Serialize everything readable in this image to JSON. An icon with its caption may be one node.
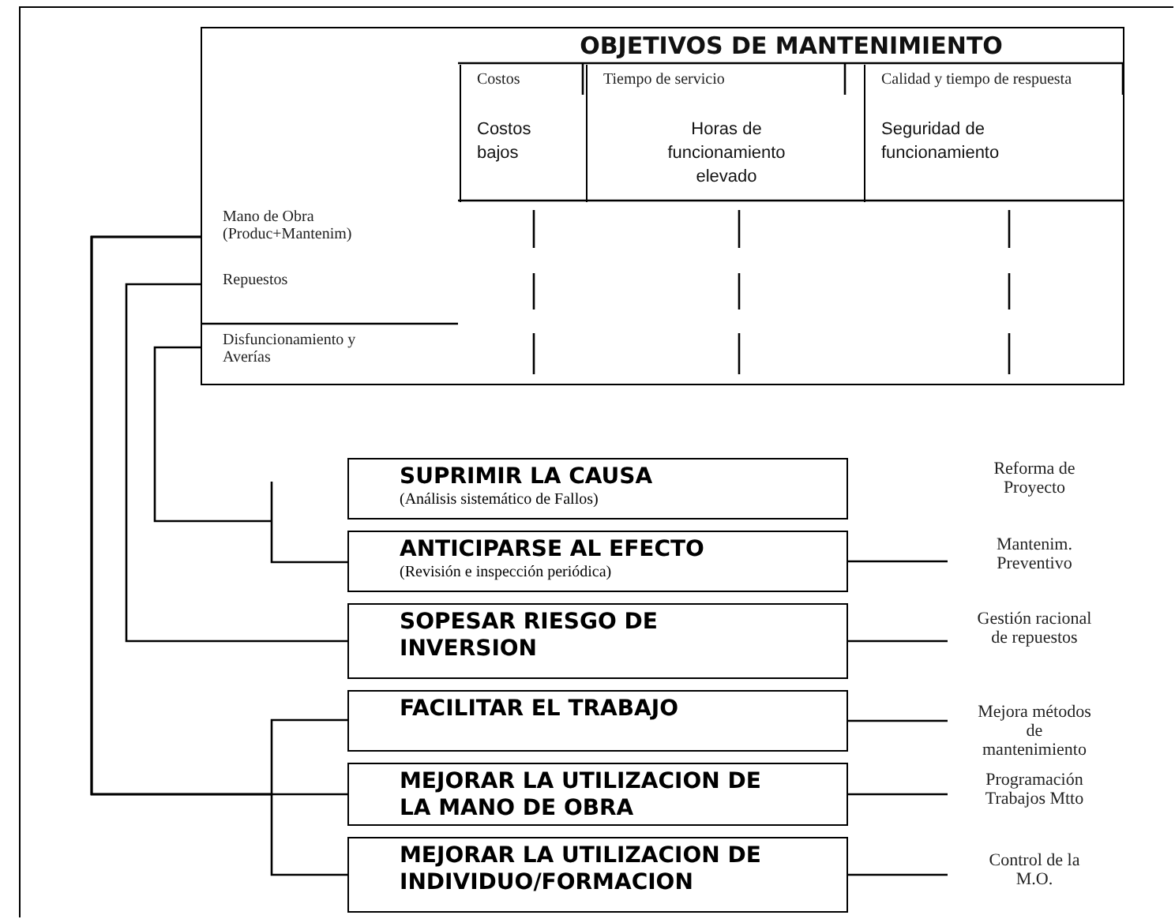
{
  "diagram": {
    "nodes": [
      {
        "text": [
          "OBJETIVOS DE MANTENIMIENTO"
        ]
      },
      {
        "text": [
          "Costos",
          "Costos bajos"
        ],
        "in": 0
      },
      {
        "text": [
          "Tiempo de servicio",
          "Horas de funcionamiento elevado"
        ],
        "in": 0
      },
      {
        "text": [
          "Calidad y tiempo de respuesta",
          "Seguridad de funcionamiento"
        ],
        "in": 0
      },
      {
        "text": [
          "Mano de Obra (Produc+Mantenim)"
        ],
        "in": 0
      },
      {
        "text": [
          "Repuestos"
        ],
        "in": 0
      },
      {
        "text": [
          "Disfuncionamiento y Averías"
        ],
        "in": 0
      },
      {
        "text": [
          "SUPRIMIR LA CAUSA",
          "(Análisis sistemático de Fallos)"
        ]
      },
      {
        "text": [
          "ANTICIPARSE AL EFECTO",
          "(Revisión e inspección periódica)"
        ]
      },
      {
        "text": [
          "SOPESAR RIESGO DE INVERSION"
        ]
      },
      {
        "text": [
          "FACILITAR EL TRABAJO"
        ]
      },
      {
        "text": [
          "MEJORAR LA UTILIZACION DE LA MANO DE OBRA"
        ]
      },
      {
        "text": [
          "MEJORAR LA UTILIZACION DE INDIVIDUO/FORMACION"
        ]
      },
      {
        "text": [
          "Reforma de Proyecto"
        ]
      },
      {
        "text": [
          "Mantenim. Preventivo"
        ]
      },
      {
        "text": [
          "Gestión racional de repuestos"
        ]
      },
      {
        "text": [
          "Mejora métodos de mantenimiento"
        ]
      },
      {
        "text": [
          "Programación Trabajos Mtto"
        ]
      },
      {
        "text": [
          "Control de la M.O."
        ]
      }
    ],
    "edges": [
      {
        "from": 4,
        "to": 10,
        "arrow": "none"
      },
      {
        "from": 4,
        "to": 11,
        "arrow": "none"
      },
      {
        "from": 4,
        "to": 12,
        "arrow": "none"
      },
      {
        "from": 5,
        "to": 9,
        "arrow": "none"
      },
      {
        "from": 6,
        "to": 8,
        "arrow": "none"
      },
      {
        "from": 8,
        "to": 14,
        "arrow": "none"
      },
      {
        "from": 9,
        "to": 15,
        "arrow": "none"
      },
      {
        "from": 10,
        "to": 16,
        "arrow": "none"
      },
      {
        "from": 11,
        "to": 17,
        "arrow": "none"
      },
      {
        "from": 12,
        "to": 18,
        "arrow": "none"
      }
    ]
  }
}
